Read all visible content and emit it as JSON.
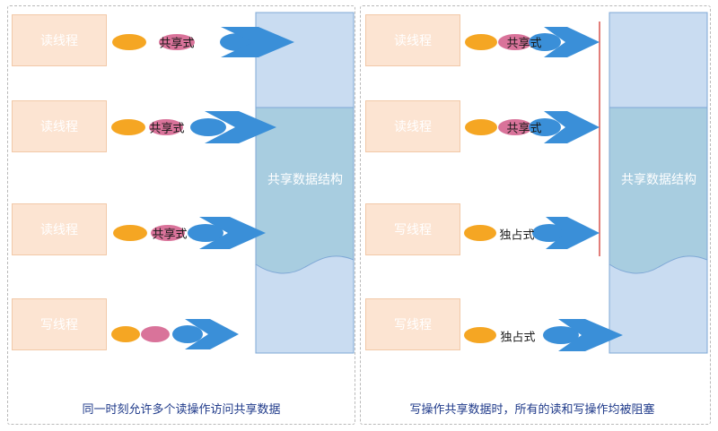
{
  "left": {
    "threads": [
      {
        "label": "读线程",
        "mode": "共享式"
      },
      {
        "label": "读线程",
        "mode": "共享式"
      },
      {
        "label": "读线程",
        "mode": "共享式"
      },
      {
        "label": "写线程",
        "mode": ""
      }
    ],
    "structure_label": "共享数据结构",
    "caption": "同一时刻允许多个读操作访问共享数据"
  },
  "right": {
    "threads": [
      {
        "label": "读线程",
        "mode": "共享式"
      },
      {
        "label": "读线程",
        "mode": "共享式"
      },
      {
        "label": "写线程",
        "mode": "独占式"
      },
      {
        "label": "写线程",
        "mode": "独占式"
      }
    ],
    "structure_label": "共享数据结构",
    "caption": "写操作共享数据时，所有的读和写操作均被阻塞"
  },
  "colors": {
    "thread_fill": "#fce4d2",
    "oval_orange": "#f5a623",
    "oval_pink": "#d9739a",
    "oval_blue": "#3a8fd8",
    "arrow": "#3a8fd8",
    "structure_top": "#c9dcf1",
    "structure_mid": "#a8cde0",
    "barrier": "#d9534f"
  }
}
